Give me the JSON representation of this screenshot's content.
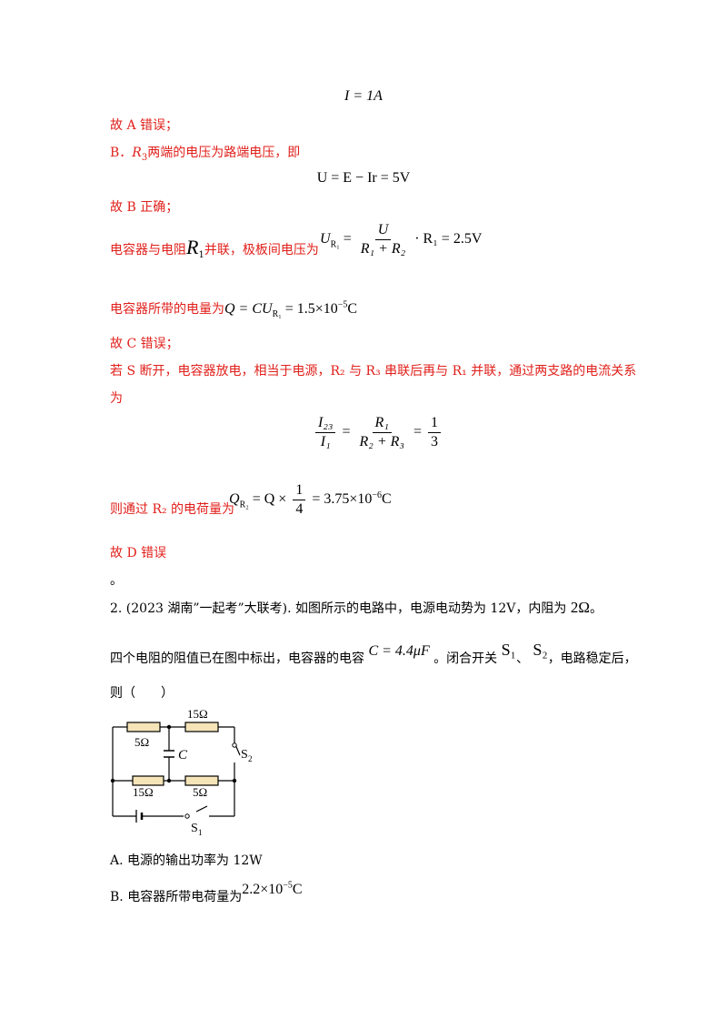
{
  "eq1": "I = 1A",
  "line_a_wrong": "故 A 错误；",
  "line_b_intro": {
    "prefix": "B．",
    "r": "R",
    "r_sub": "3",
    "rest": "两端的电压为路端电压，即"
  },
  "eq2": "U = E − Ir = 5V",
  "line_b_correct": "故 B 正确；",
  "line_cap_voltage": {
    "text_before": "电容器与电阻",
    "r": "R",
    "r_sub": "1",
    "text_after": "并联，极板间电压为"
  },
  "eq3": {
    "lhs": "U",
    "lhs_sub": "R₁",
    "num": "U",
    "den": "R₁ + R₂",
    "tail": "· R₁ = 2.5V"
  },
  "line_charge": {
    "text": "电容器所带的电量为",
    "formula": "Q = CU",
    "sub": "R₁",
    "value": "= 1.5×10",
    "exp": "−5",
    "unit": "C"
  },
  "line_c_wrong": "故 C 错误；",
  "line_s_open": "若 S 断开，电容器放电，相当于电源，R₂ 与 R₃ 串联后再与 R₁ 并联，通过两支路的电流关系",
  "line_s_open_2": "为",
  "eq4": {
    "n1": "I₂₃",
    "d1": "I₁",
    "n2": "R₁",
    "d2": "R₂ + R₃",
    "n3": "1",
    "d3": "3"
  },
  "line_qr2": {
    "text": "则通过 R₂ 的电荷量为",
    "lhs": "Q",
    "lhs_sub": "R₂",
    "mid": "= Q ×",
    "n": "1",
    "d": "4",
    "value": "= 3.75×10",
    "exp": "−6",
    "unit": "C"
  },
  "line_d_wrong": "故 D 错误",
  "line_dot": "。",
  "q2_line1": {
    "text": "2. (2023 湖南”一起考”大联考). 如图所示的电路中，电源电动势为 12V，内阻为",
    "r": "2Ω",
    "end": "。"
  },
  "q2_line2": {
    "text1": "四个电阻的阻值已在图中标出，电容器的电容",
    "cap": "C = 4.4μF",
    "text2": "。闭合开关",
    "s1": "S₁",
    "sep": "、",
    "s2": "S₂",
    "text3": "，电路稳定后，"
  },
  "q2_line3": "则（　　）",
  "circuit": {
    "r_top_left": "5Ω",
    "r_top_right": "15Ω",
    "r_bot_left": "15Ω",
    "r_bot_right": "5Ω",
    "cap": "C",
    "s2": "S",
    "s2_sub": "2",
    "s1": "S",
    "s1_sub": "1"
  },
  "option_a": "A.  电源的输出功率为 12W",
  "option_b": {
    "text": "B.  电容器所带电荷量为",
    "value": "2.2×10",
    "exp": "−5",
    "unit": "C"
  }
}
